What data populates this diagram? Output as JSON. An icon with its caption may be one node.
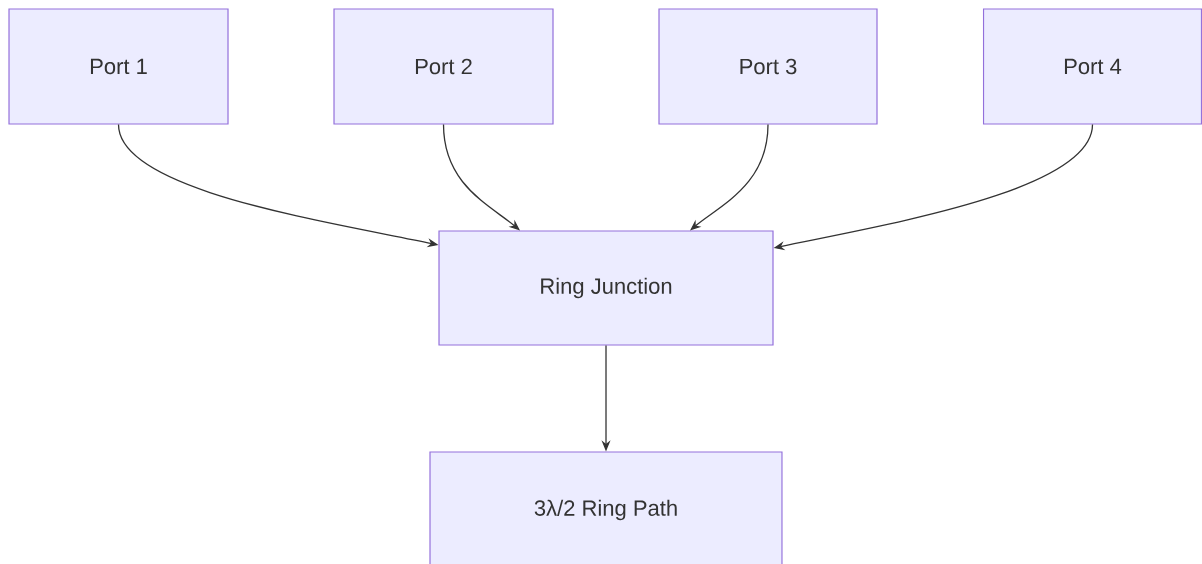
{
  "diagram": {
    "nodes": [
      {
        "text": [
          "Port 1"
        ]
      },
      {
        "text": [
          "Port 2"
        ]
      },
      {
        "text": [
          "Port 3"
        ]
      },
      {
        "text": [
          "Port 4"
        ]
      },
      {
        "text": [
          "Ring Junction"
        ]
      },
      {
        "text": [
          "3λ/2 Ring Path"
        ]
      }
    ],
    "edges": [
      {
        "from": 0,
        "to": 4,
        "arrow": "to"
      },
      {
        "from": 1,
        "to": 4,
        "arrow": "to"
      },
      {
        "from": 2,
        "to": 4,
        "arrow": "to"
      },
      {
        "from": 3,
        "to": 4,
        "arrow": "to"
      },
      {
        "from": 4,
        "to": 5,
        "arrow": "to"
      }
    ]
  }
}
